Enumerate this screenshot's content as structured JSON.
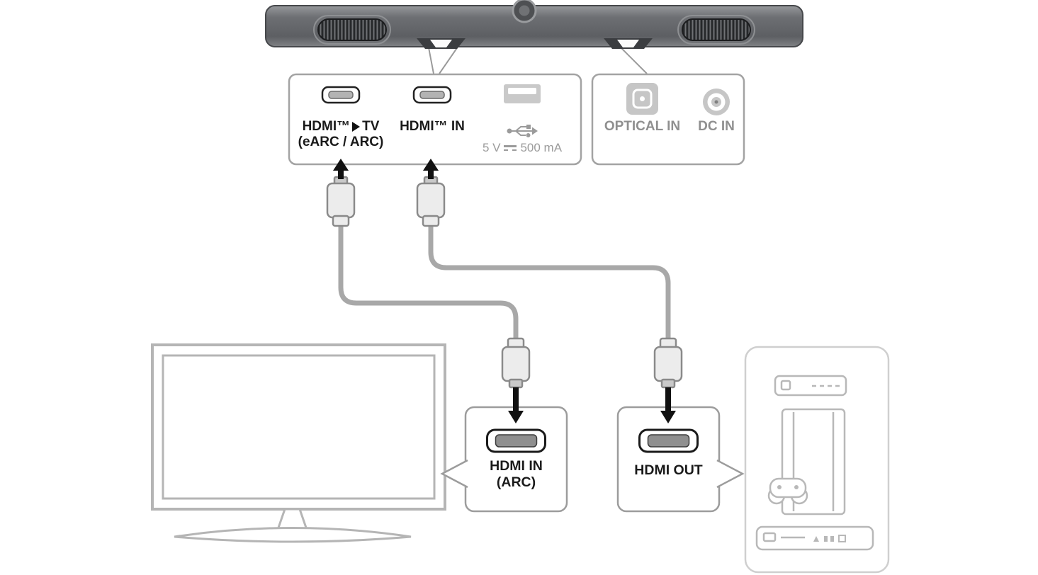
{
  "soundbar_panel": {
    "hdmi_tv_port": {
      "label_prefix": "HDMI™",
      "label_suffix": "TV",
      "label_line2": "(eARC / ARC)"
    },
    "hdmi_in_port": {
      "label": "HDMI™ IN"
    },
    "usb_port": {
      "voltage": "5 V",
      "current": "500 mA"
    }
  },
  "power_panel": {
    "optical_in_label": "OPTICAL IN",
    "dc_in_label": "DC IN"
  },
  "tv_callout": {
    "line1": "HDMI IN",
    "line2": "(ARC)"
  },
  "device_callout": {
    "label": "HDMI OUT"
  },
  "icons": {
    "right-triangle-icon": "▶ solid right-pointing triangle between HDMI™ and TV",
    "usb-trident-icon": "USB symbol (circle, trident with square/circle/arrow tips)",
    "dc-symbol-icon": "direct-current symbol: solid line over dashed line",
    "up-arrow-icon": "black insertion arrow pointing up into soundbar port",
    "down-arrow-icon": "black insertion arrow pointing down into device port",
    "hdmi-port-icon": "HDMI receptacle outline",
    "optical-in-port-icon": "square optical jack",
    "dc-in-port-icon": "round DC power jack"
  },
  "colors": {
    "label_black": "#1a1a1a",
    "muted_gray": "#8f8f8f",
    "usb_gray": "#9b9b9b",
    "panel_border": "#a3a3a3",
    "cable_gray": "#a8a8a8",
    "line_art_gray": "#b8b8b8",
    "soundbar_dark": "#5d5f63"
  }
}
